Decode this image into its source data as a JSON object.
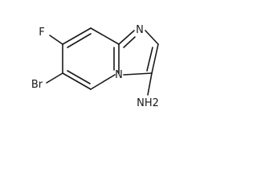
{
  "molecule": {
    "atoms": {
      "fluorine": "F",
      "bromine": "Br",
      "ring_nitrogen_top": "N",
      "bridgehead_nitrogen": "N",
      "amine": "NH2"
    },
    "colors": {
      "ink": "#1a1a1a",
      "background": "#ffffff"
    }
  }
}
